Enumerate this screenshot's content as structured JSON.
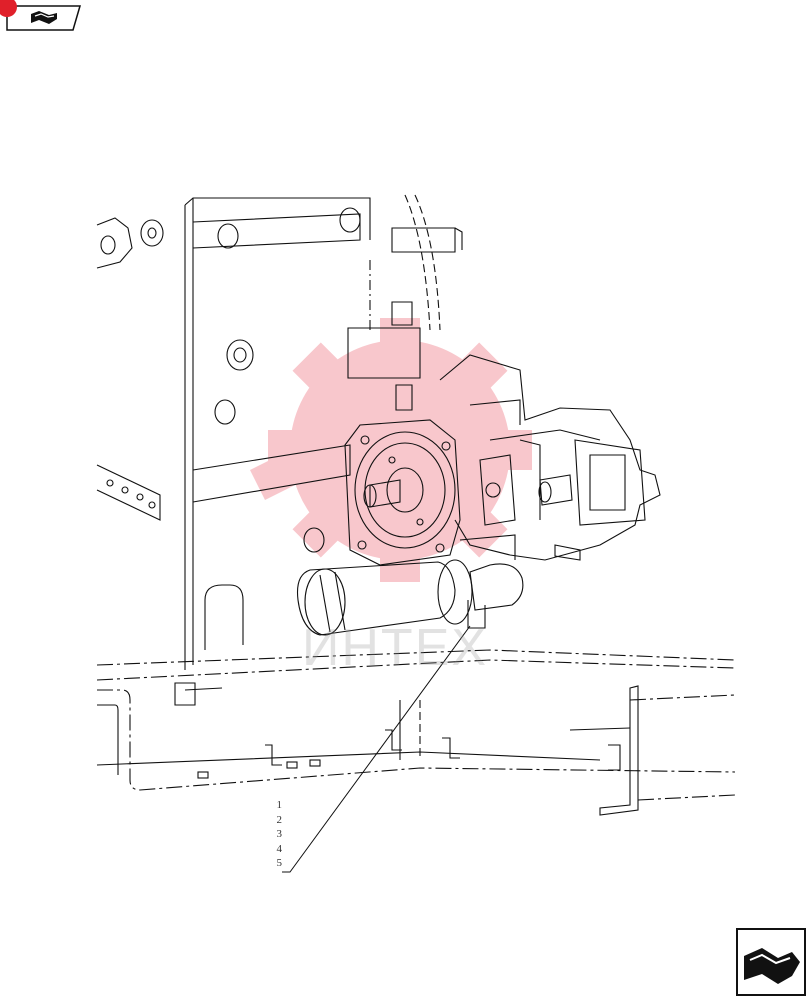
{
  "callout_numbers": [
    "1",
    "2",
    "3",
    "4",
    "5"
  ],
  "watermark_text": "ИНТЕХ",
  "colors": {
    "line": "#111111",
    "watermark_red": "#f3a0a8",
    "badge": "#e0202a"
  },
  "icons": {
    "nav_back": "arrow-left-icon",
    "nav_next": "arrow-right-icon"
  }
}
